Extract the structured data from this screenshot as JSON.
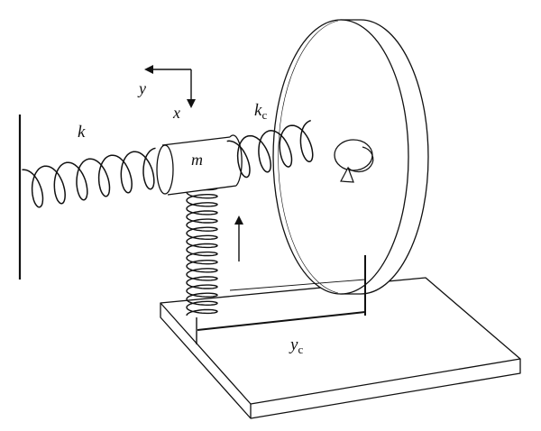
{
  "labels": {
    "spring_k": "k",
    "spring_kc_base": "k",
    "spring_kc_sub": "c",
    "mass": "m",
    "axis_x": "x",
    "axis_y": "y",
    "dist_base": "y",
    "dist_sub": "c"
  },
  "colors": {
    "ink": "#111111",
    "background": "#ffffff"
  }
}
